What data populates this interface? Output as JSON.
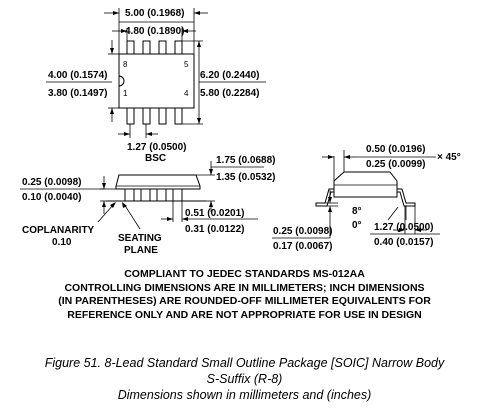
{
  "dimensions": {
    "body_length_max": "5.00 (0.1968)",
    "body_length_min": "4.80 (0.1890)",
    "body_width_max": "4.00 (0.1574)",
    "body_width_min": "3.80 (0.1497)",
    "overall_width_max": "6.20 (0.2440)",
    "overall_width_min": "5.80 (0.2284)",
    "pitch": "1.27 (0.0500)",
    "pitch_note": "BSC",
    "height_max": "1.75 (0.0688)",
    "height_min": "1.35 (0.0532)",
    "standoff_max": "0.25 (0.0098)",
    "standoff_min": "0.10 (0.0040)",
    "coplanarity_label": "COPLANARITY",
    "coplanarity_value": "0.10",
    "seating_plane_line1": "SEATING",
    "seating_plane_line2": "PLANE",
    "lead_width_max": "0.51 (0.0201)",
    "lead_width_min": "0.31 (0.0122)",
    "chamfer_max": "0.50 (0.0196)",
    "chamfer_min": "0.25 (0.0099)",
    "chamfer_angle": "× 45°",
    "lead_angle_max": "8°",
    "lead_angle_min": "0°",
    "lead_thickness_max": "0.25 (0.0098)",
    "lead_thickness_min": "0.17 (0.0067)",
    "foot_length_max": "1.27 (0.0500)",
    "foot_length_min": "0.40 (0.0157)"
  },
  "pin_labels": {
    "pin8": "8",
    "pin5": "5",
    "pin1": "1",
    "pin4": "4"
  },
  "notes": [
    "COMPLIANT TO JEDEC STANDARDS MS-012AA",
    "CONTROLLING DIMENSIONS ARE IN MILLIMETERS; INCH DIMENSIONS",
    "(IN PARENTHESES) ARE ROUNDED-OFF MILLIMETER EQUIVALENTS FOR",
    "REFERENCE ONLY AND ARE NOT APPROPRIATE FOR USE IN DESIGN"
  ],
  "caption": {
    "line1": "Figure 51. 8-Lead Standard Small Outline Package [SOIC] Narrow Body",
    "line2": "S-Suffix (R-8)",
    "line3": "Dimensions shown in millimeters and (inches)"
  }
}
